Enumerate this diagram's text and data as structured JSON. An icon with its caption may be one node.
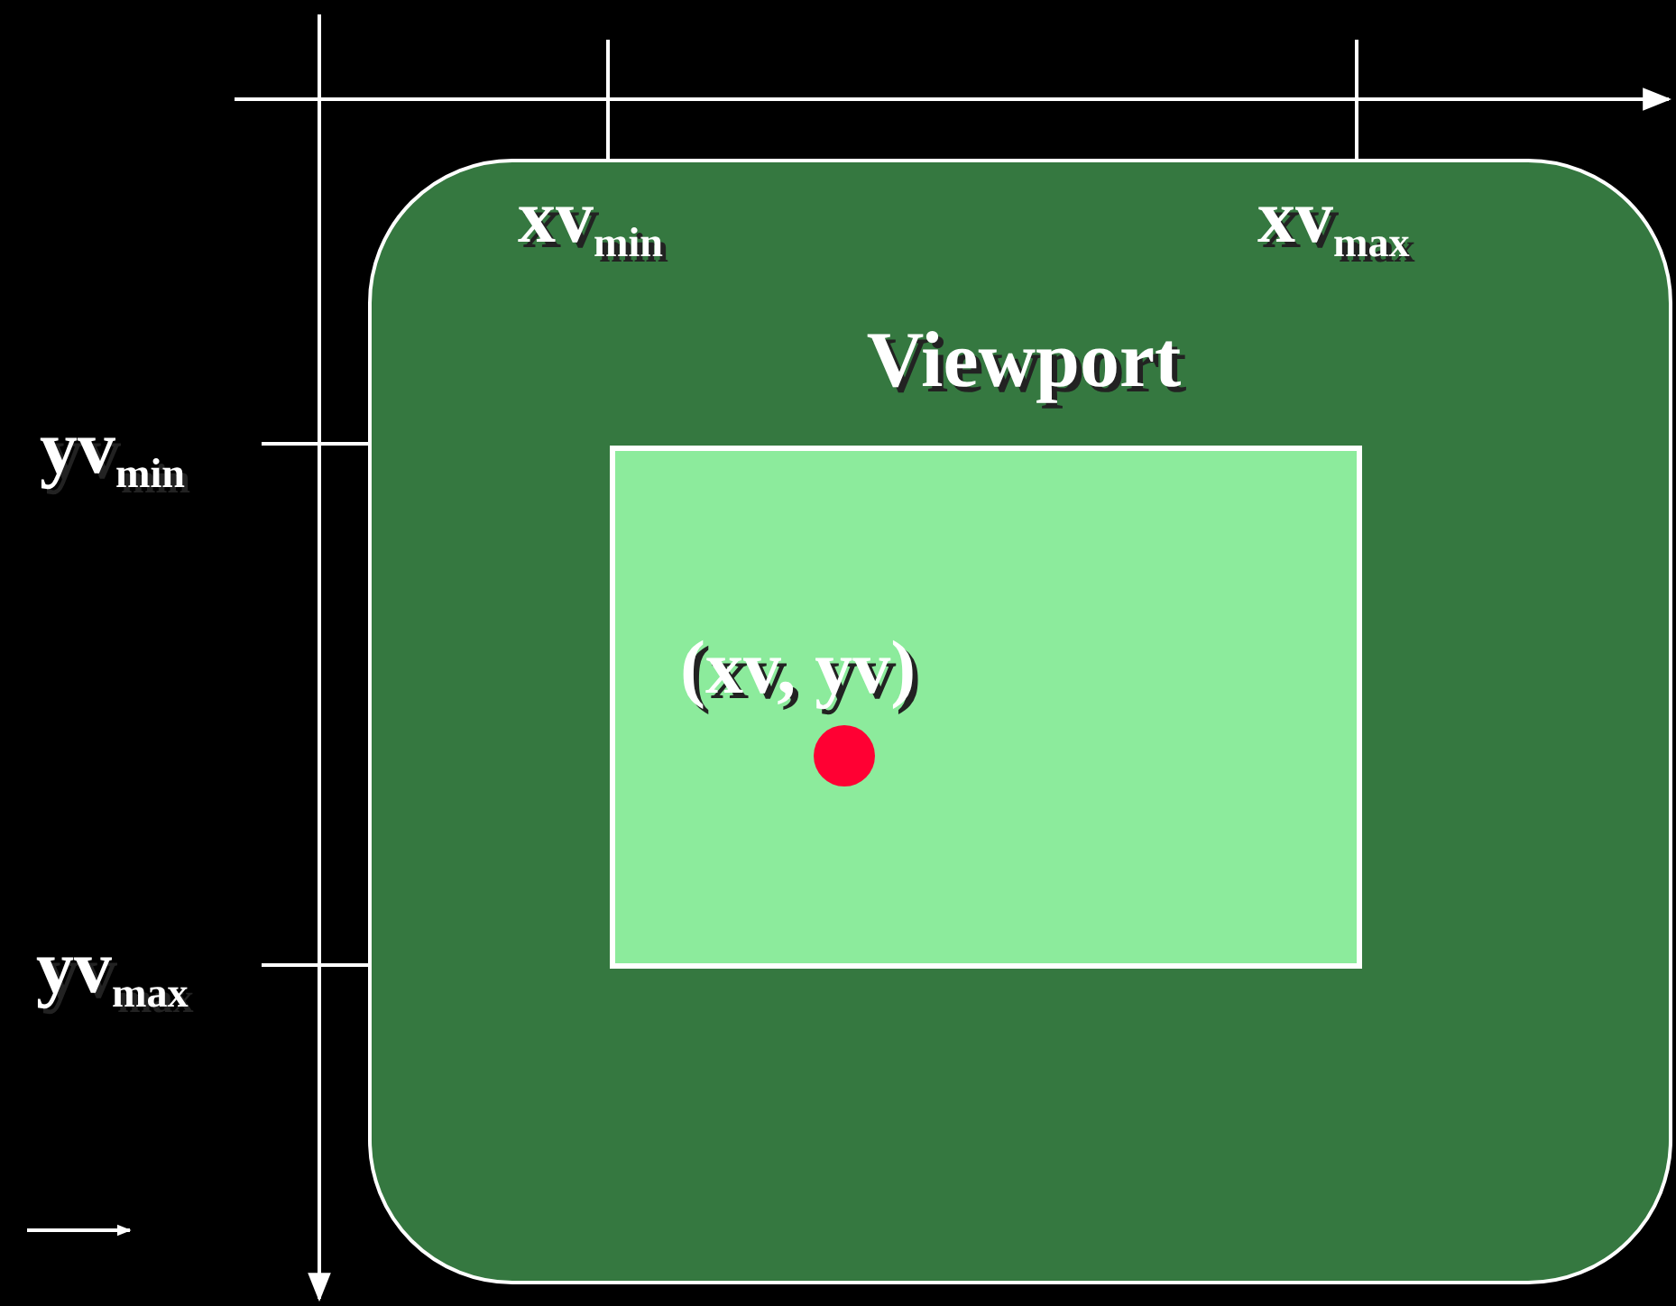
{
  "diagram": {
    "nodes": [
      {
        "text": [
          "Viewport"
        ]
      },
      {
        "text": [
          "(xv, yv)"
        ],
        "in": 0
      }
    ],
    "labels": [
      "xv$_{min}$",
      "xv$_{max}$",
      "yv$_{min}$",
      "yv$_{max}$"
    ]
  }
}
